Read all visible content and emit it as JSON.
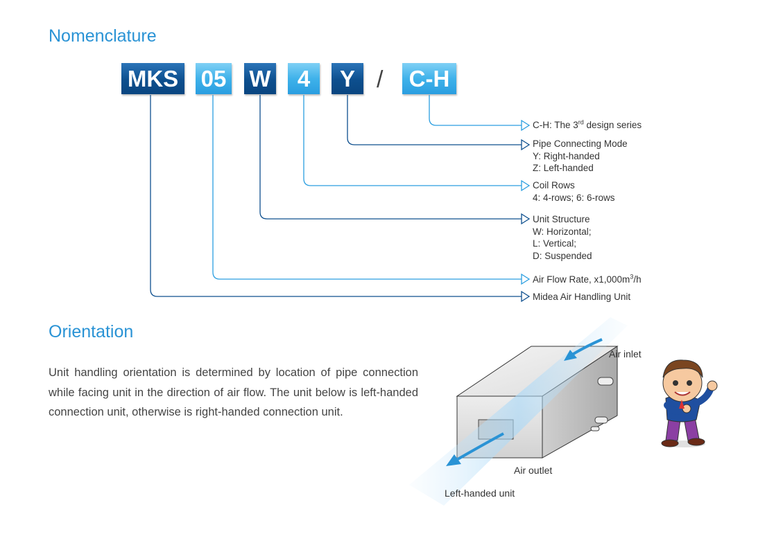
{
  "nomenclature": {
    "title": "Nomenclature",
    "codes": [
      {
        "text": "MKS",
        "style": "dark"
      },
      {
        "text": "05",
        "style": "light"
      },
      {
        "text": "W",
        "style": "dark"
      },
      {
        "text": "4",
        "style": "light"
      },
      {
        "text": "Y",
        "style": "dark"
      },
      {
        "text": "C-H",
        "style": "light"
      }
    ],
    "separator": "/",
    "legend": {
      "ch_prefix": "C-H: The 3",
      "ch_sup": "rd",
      "ch_suffix": " design series",
      "pipe_title": "Pipe Connecting Mode",
      "pipe_y": "Y: Right-handed",
      "pipe_z": "Z: Left-handed",
      "coil_title": "Coil Rows",
      "coil_desc": "4: 4-rows; 6: 6-rows",
      "unit_title": "Unit Structure",
      "unit_w": "W: Horizontal;",
      "unit_l": "L: Vertical;",
      "unit_d": "D: Suspended",
      "airflow_prefix": "Air Flow Rate, x1,000m",
      "airflow_sup": "3",
      "airflow_suffix": "/h",
      "midea": "Midea Air Handling Unit"
    }
  },
  "orientation": {
    "title": "Orientation",
    "text": "Unit handling orientation is determined by location of pipe connection while facing unit in the direction of air flow. The unit below is left-handed connection unit, otherwise is right-handed connection unit.",
    "labels": {
      "air_inlet": "Air inlet",
      "air_outlet": "Air outlet",
      "left_handed": "Left-handed unit"
    }
  },
  "colors": {
    "dark_blue": "#0d4f8e",
    "light_blue": "#3fb2ea",
    "title_blue": "#2a93d5"
  }
}
